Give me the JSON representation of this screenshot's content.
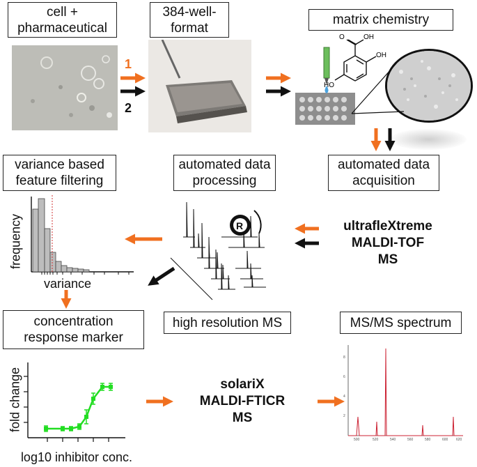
{
  "labels": {
    "cell_pharma": "cell +\npharmaceutical",
    "well384": "384-well-\nformat",
    "matrix": "matrix chemistry",
    "variance_filter": "variance based\nfeature filtering",
    "auto_processing": "automated data\nprocessing",
    "auto_acquisition": "automated data\nacquisition",
    "conc_response": "concentration\nresponse marker",
    "high_res": "high resolution MS",
    "msms": "MS/MS spectrum"
  },
  "instruments": {
    "ultraflex": "ultrafleXtreme\nMALDI-TOF\nMS",
    "solarix": "solariX\nMALDI-FTICR\nMS"
  },
  "steps": {
    "one": "1",
    "two": "2"
  },
  "histogram": {
    "ylabel": "frequency",
    "xlabel": "variance"
  },
  "dose_response": {
    "ylabel": "fold change",
    "xlabel": "log10 inhibitor conc."
  },
  "r_logo": "R",
  "colors": {
    "orange": "#f07020",
    "black": "#111111",
    "green": "#22dd22",
    "red": "#cc2233"
  }
}
